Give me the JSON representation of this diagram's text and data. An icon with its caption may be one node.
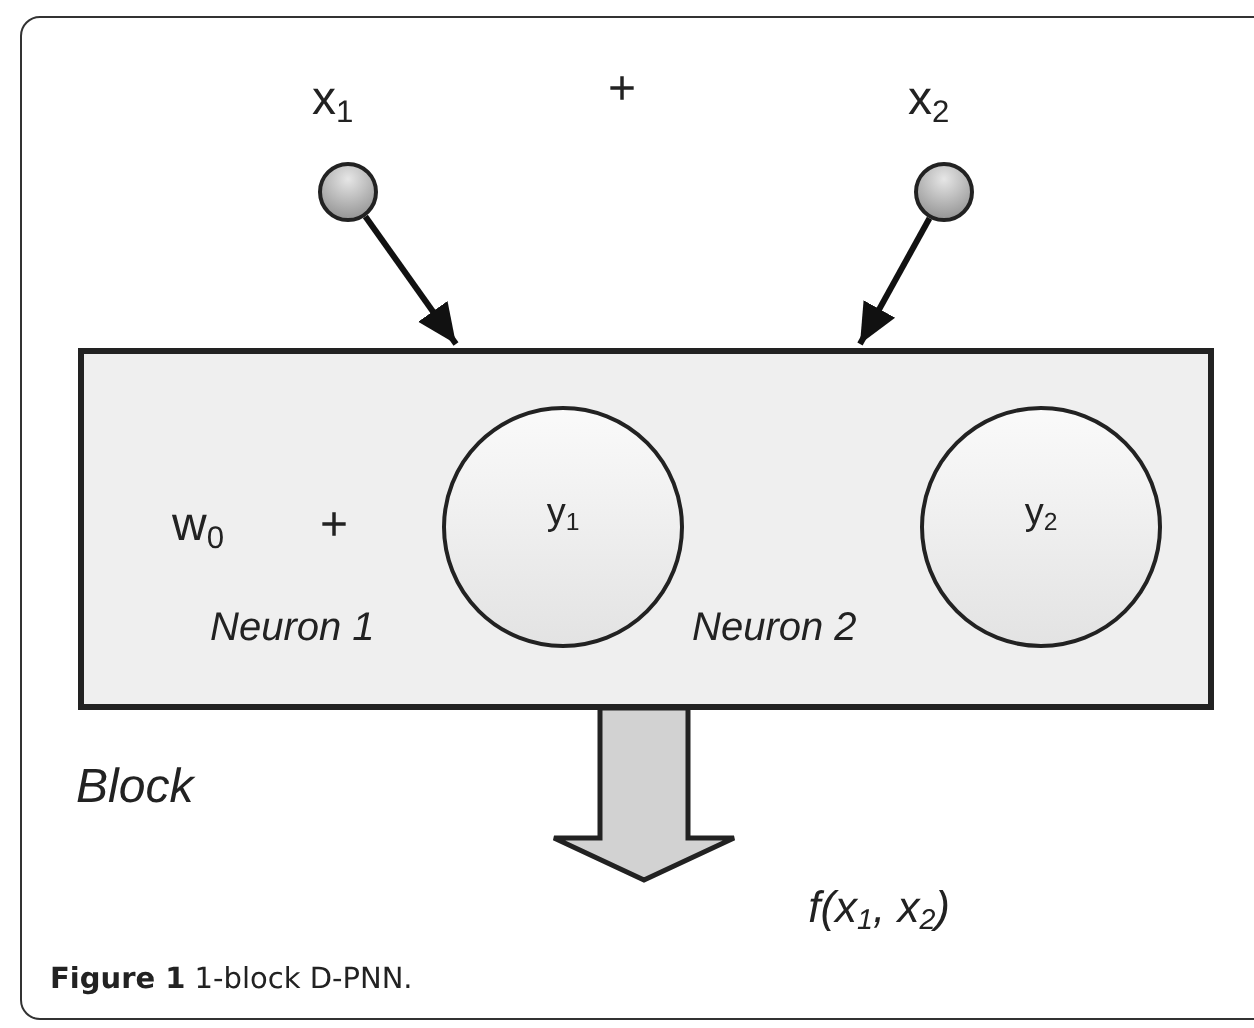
{
  "diagram": {
    "caption": "**Figure 1** 1-block D-PNN.",
    "nodes": [
      {
        "text": [],
        "shape": "circle",
        "beside": [
          "x$_{1}$"
        ]
      },
      {
        "text": [],
        "shape": "circle",
        "beside": [
          "x$_{2}$"
        ]
      },
      {
        "text": [
          "Block"
        ]
      },
      {
        "text": [
          "y$_{1}$"
        ],
        "in": 2
      },
      {
        "text": [
          "y$_{2}$"
        ],
        "in": 2
      },
      {
        "text": [
          "f(x$_{1}$, x$_{2}$)"
        ]
      }
    ],
    "edges": [
      {
        "from": 0,
        "to": 2,
        "arrow": "to"
      },
      {
        "from": 1,
        "to": 2,
        "arrow": "to"
      },
      {
        "from": 2,
        "to": 5,
        "arrow": "to",
        "style": "thick"
      }
    ],
    "labels": [
      "+",
      "w$_{0}$",
      "+",
      "Neuron 1",
      "Neuron 2"
    ]
  }
}
